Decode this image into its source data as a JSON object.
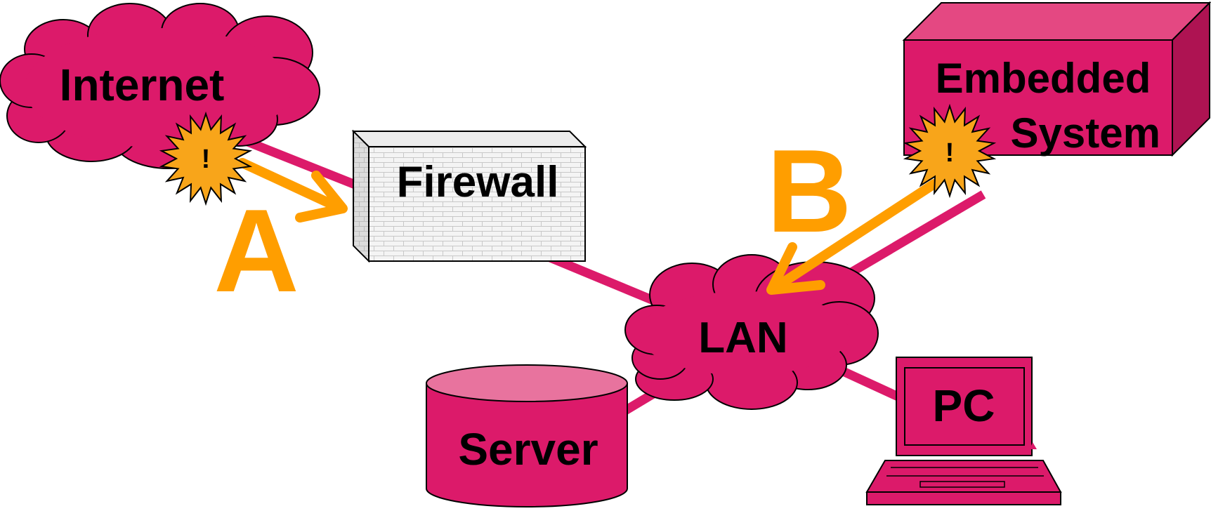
{
  "colors": {
    "magenta": "#DC1A6A",
    "magenta_light": "#E8739E",
    "magenta_top": "#E44882",
    "magenta_dark": "#AE1352",
    "orange": "#FF9E00",
    "burst": "#F8A51A",
    "firewall_fill": "#F2F2F2",
    "firewall_side": "#DADADA",
    "outline": "#000000"
  },
  "nodes": {
    "internet": {
      "label": "Internet",
      "shape": "cloud"
    },
    "firewall": {
      "label": "Firewall",
      "shape": "brick-wall"
    },
    "lan": {
      "label": "LAN",
      "shape": "cloud"
    },
    "embedded": {
      "label_line1": "Embedded",
      "label_line2": "System",
      "shape": "box"
    },
    "server": {
      "label": "Server",
      "shape": "cylinder"
    },
    "pc": {
      "label": "PC",
      "shape": "laptop"
    }
  },
  "attacks": {
    "a": {
      "label": "A",
      "from": "Internet",
      "to": "Firewall",
      "marker": "!"
    },
    "b": {
      "label": "B",
      "from": "Embedded System",
      "to": "LAN",
      "marker": "!"
    }
  },
  "links": [
    {
      "from": "Internet",
      "to": "Firewall"
    },
    {
      "from": "Firewall",
      "to": "LAN"
    },
    {
      "from": "Embedded System",
      "to": "LAN"
    },
    {
      "from": "Server",
      "to": "LAN"
    },
    {
      "from": "PC",
      "to": "LAN"
    }
  ],
  "icons": [
    "cloud-icon",
    "firewall-icon",
    "box-icon",
    "database-icon",
    "laptop-icon",
    "explosion-icon",
    "arrow-icon"
  ]
}
